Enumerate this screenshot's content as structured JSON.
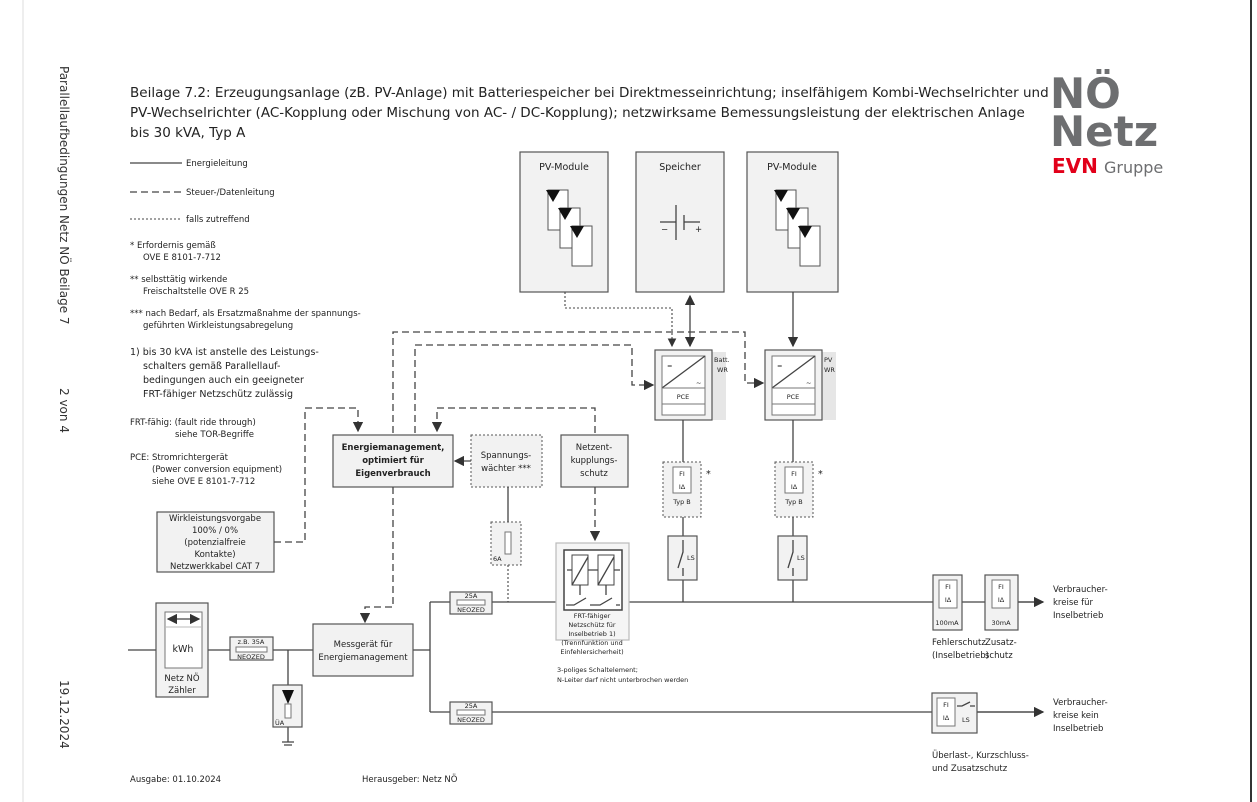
{
  "sidebar": {
    "doc_title": "Parallellaufbedingungen Netz NÖ Beilage 7",
    "page": "2 von 4",
    "date": "19.12.2024"
  },
  "title": [
    "Beilage 7.2: Erzeugungsanlage (zB. PV-Anlage) mit Batteriespeicher bei Direktmesseinrichtung; inselfähigem Kombi-Wechselrichter und",
    "PV-Wechselrichter (AC-Kopplung oder Mischung von AC- / DC-Kopplung); netzwirksame Bemessungsleistung der elektrischen Anlage",
    "bis 30 kVA, Typ A"
  ],
  "logo": {
    "line1": "NÖ",
    "line2": "Netz",
    "evn": "EVN",
    "gruppe": "Gruppe",
    "gray": "#6d6e70",
    "red": "#e2001a"
  },
  "legend": {
    "energy": "Energieleitung",
    "control": "Steuer-/Datenleitung",
    "optional": "falls zutreffend"
  },
  "notes": {
    "n1": [
      "*    Erfordernis gemäß",
      "OVE E 8101-7-712"
    ],
    "n2": [
      "**  selbsttätig wirkende",
      "Freischaltstelle OVE R 25"
    ],
    "n3": [
      "*** nach Bedarf, als Ersatzmaßnahme der spannungs-",
      "geführten Wirkleistungsabregelung"
    ],
    "n4": [
      "1)  bis 30 kVA ist anstelle des Leistungs-",
      "schalters gemäß Parallellauf-",
      "bedingungen auch ein geeigneter",
      "FRT-fähiger Netzschütz zulässig"
    ],
    "frt": [
      "FRT-fähig: (fault ride through)",
      "siehe TOR-Begriffe"
    ],
    "pce": [
      "PCE: Stromrichtergerät",
      "(Power conversion equipment)",
      "siehe OVE E 8101-7-712"
    ]
  },
  "diagram": {
    "pv1": "PV-Module",
    "storage": "Speicher",
    "pv2": "PV-Module",
    "batt_wr": [
      "Batt.",
      "WR"
    ],
    "pv_wr": [
      "PV",
      "WR"
    ],
    "pce": "PCE",
    "fi": "FI",
    "delta": "IΔ",
    "typ_b": "Typ B",
    "star": "*",
    "ls": "LS",
    "energy_mgmt": [
      "Energiemanagement,",
      "optimiert für",
      "Eigenverbrauch"
    ],
    "voltage_guard": [
      "Spannungs-",
      "wächter ***"
    ],
    "decoupling": [
      "Netzent-",
      "kupplungs-",
      "schutz"
    ],
    "active_power": [
      "Wirkleistungsvorgabe",
      "100% / 0%",
      "(potenzialfreie",
      "Kontakte)",
      "Netzwerkkabel CAT 7"
    ],
    "meter": {
      "kwh": "kWh",
      "label": [
        "Netz NÖ",
        "Zähler"
      ]
    },
    "fuse_main": {
      "rating": "z.B. 35A",
      "type": "NEOZED"
    },
    "surge": "ÜA",
    "measuring": [
      "Messgerät für",
      "Energiemanagement"
    ],
    "fuse_top": {
      "rating": "25A",
      "type": "NEOZED"
    },
    "fuse_bottom": {
      "rating": "25A",
      "type": "NEOZED"
    },
    "fuse_6a": "6A",
    "frt_contactor": [
      "FRT-fähiger",
      "Netzschütz für",
      "Inselbetrieb 1)",
      "(Trennfunktion und",
      "Einfehlersicherheit)"
    ],
    "three_pole": [
      "3-poliges Schaltelement;",
      "N-Leiter darf nicht unterbrochen werden"
    ],
    "rcd_100": "100mA",
    "rcd_30": "30mA",
    "fault_prot": [
      "Fehlerschutz",
      "(Inselbetrieb)"
    ],
    "add_prot": [
      "Zusatz-",
      "schutz"
    ],
    "loads_island": [
      "Verbraucher-",
      "kreise für",
      "Inselbetrieb"
    ],
    "loads_no_island": [
      "Verbraucher-",
      "kreise kein",
      "Inselbetrieb"
    ],
    "overload": [
      "Überlast-, Kurzschluss-",
      "und Zusatzschutz"
    ]
  },
  "footer": {
    "issue": "Ausgabe: 01.10.2024",
    "publisher": "Herausgeber: Netz NÖ"
  }
}
